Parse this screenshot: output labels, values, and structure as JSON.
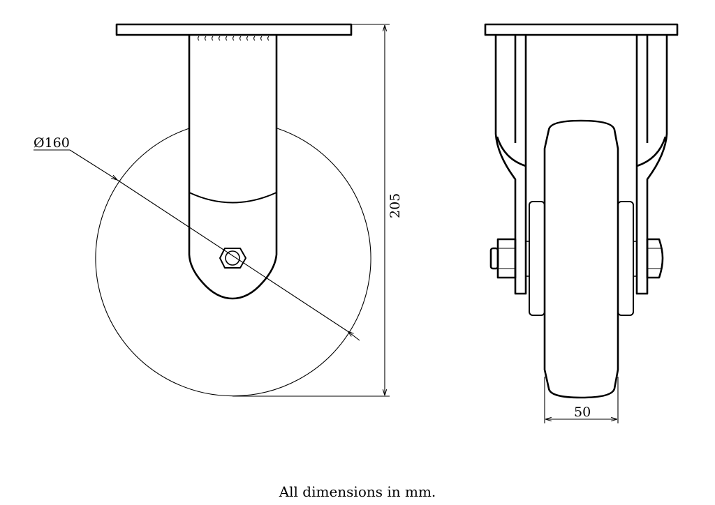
{
  "drawing": {
    "side_view": {
      "diameter_label": "Ø160",
      "height_label": "205"
    },
    "front_view": {
      "width_label": "50"
    },
    "caption": "All dimensions in mm."
  },
  "colors": {
    "line": "#000000",
    "background": "#ffffff"
  }
}
